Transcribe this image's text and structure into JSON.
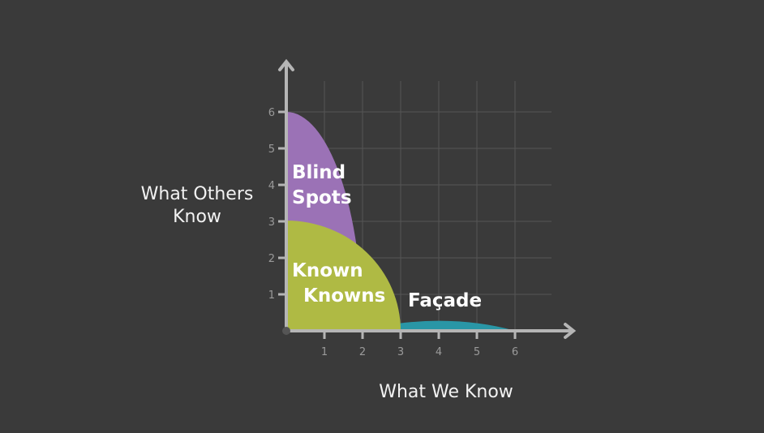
{
  "axes": {
    "x_title": "What We Know",
    "y_title_lines": [
      "What Others",
      "Know"
    ],
    "x_ticks": [
      "1",
      "2",
      "3",
      "4",
      "5",
      "6"
    ],
    "y_ticks": [
      "1",
      "2",
      "3",
      "4",
      "5",
      "6"
    ]
  },
  "regions": [
    {
      "id": "blind-spots",
      "label_lines": [
        "Blind",
        "Spots"
      ],
      "color": "#9b72b6"
    },
    {
      "id": "known-knowns",
      "label_lines": [
        "Known",
        "Knowns"
      ],
      "color": "#afba44"
    },
    {
      "id": "facade",
      "label_lines": [
        "Façade"
      ],
      "color": "#2996a6"
    }
  ],
  "colors": {
    "background": "#3a3a3a",
    "axis": "#b5b5b5",
    "grid": "#555555"
  }
}
